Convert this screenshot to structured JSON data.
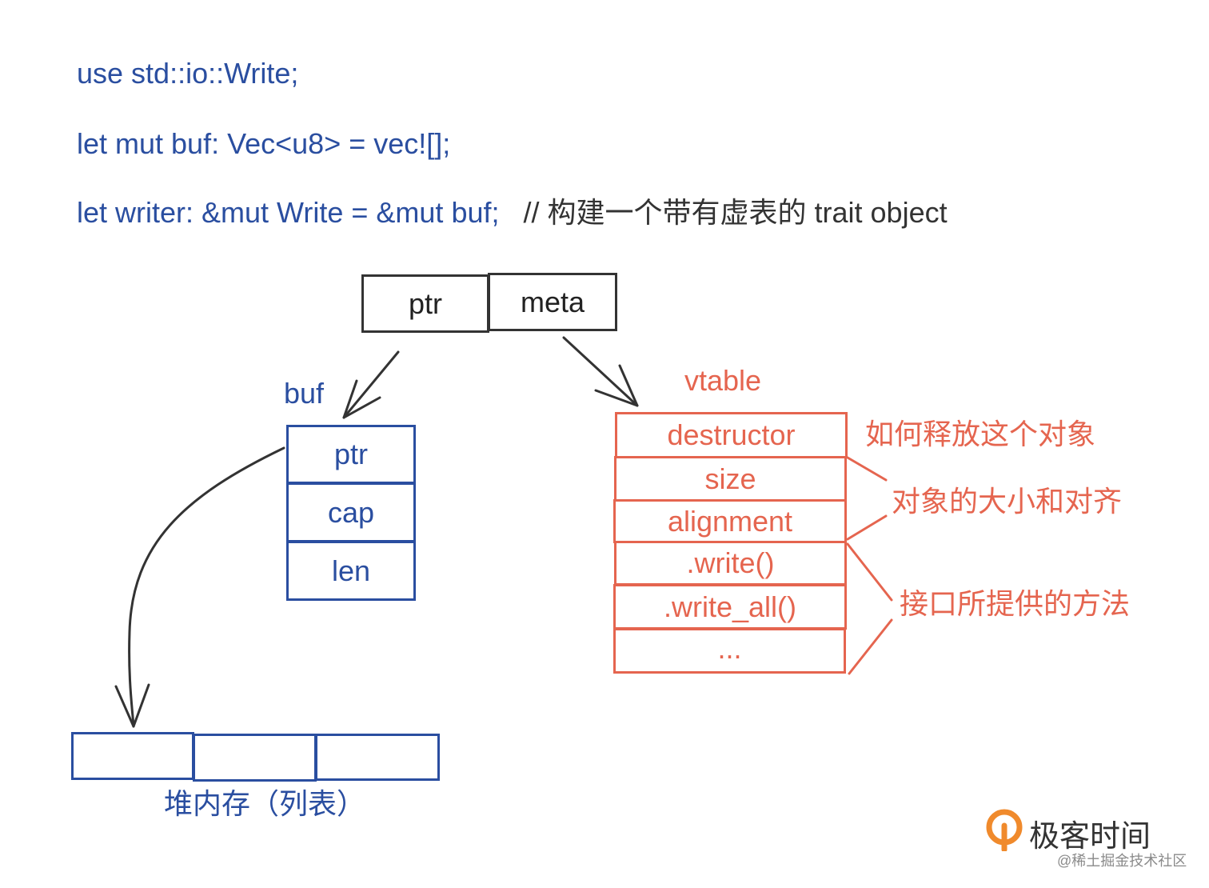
{
  "code": {
    "line1": "use std::io::Write;",
    "line2": "let mut buf: Vec<u8> = vec![];",
    "line3": "let writer: &mut Write = &mut buf;",
    "line3_comment": "// 构建一个带有虚表的 trait object"
  },
  "fat_pointer": {
    "ptr": "ptr",
    "meta": "meta"
  },
  "buf": {
    "label": "buf",
    "fields": [
      "ptr",
      "cap",
      "len"
    ]
  },
  "heap": {
    "label": "堆内存（列表）"
  },
  "vtable": {
    "label": "vtable",
    "entries": [
      "destructor",
      "size",
      "alignment",
      ".write()",
      ".write_all()",
      "..."
    ]
  },
  "annotations": {
    "destructor": "如何释放这个对象",
    "size_align": "对象的大小和对齐",
    "methods": "接口所提供的方法"
  },
  "brand": {
    "logo_text": "极客时间",
    "watermark": "@稀土掘金技术社区"
  },
  "colors": {
    "blue": "#2a4ea0",
    "red": "#e5654f",
    "dark": "#333333",
    "logo_orange": "#f08a2c"
  }
}
